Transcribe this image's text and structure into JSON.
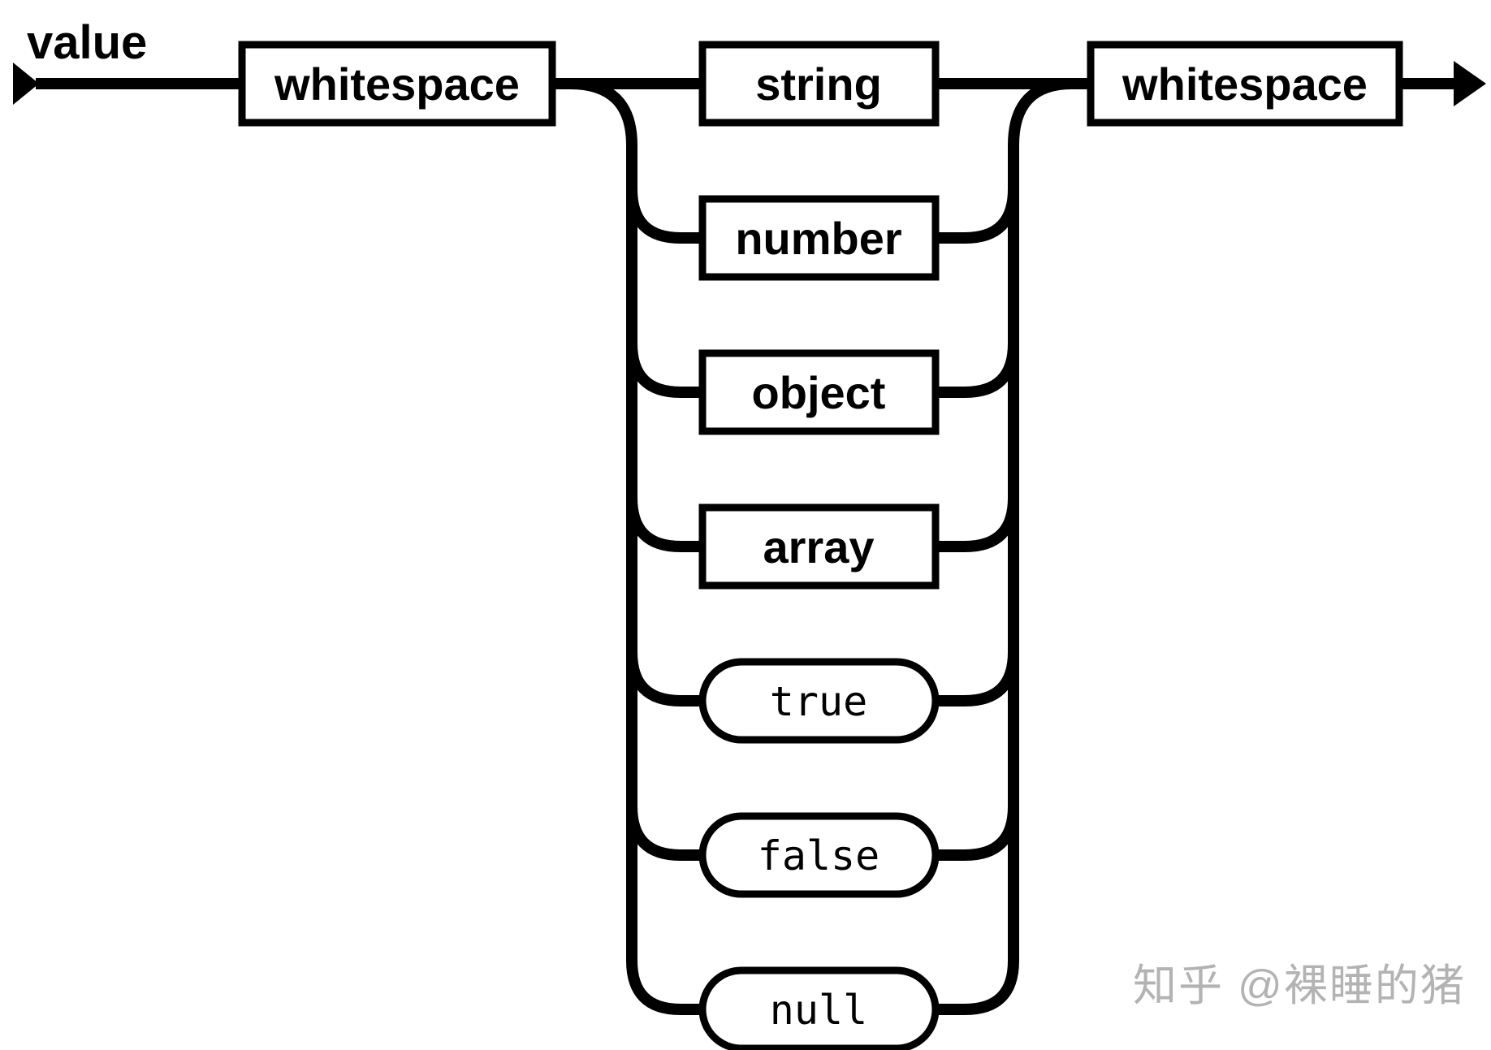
{
  "diagram": {
    "kind": "railroad-syntax-diagram",
    "rule_label": "value",
    "entry_node": {
      "label": "whitespace",
      "kind": "non-terminal"
    },
    "exit_node": {
      "label": "whitespace",
      "kind": "non-terminal"
    },
    "branches": [
      {
        "label": "string",
        "kind": "non-terminal"
      },
      {
        "label": "number",
        "kind": "non-terminal"
      },
      {
        "label": "object",
        "kind": "non-terminal"
      },
      {
        "label": "array",
        "kind": "non-terminal"
      },
      {
        "label": "true",
        "kind": "terminal"
      },
      {
        "label": "false",
        "kind": "terminal"
      },
      {
        "label": "null",
        "kind": "terminal"
      }
    ],
    "colors": {
      "line": "#000000",
      "background": "#ffffff",
      "watermark": "#b3b3b3"
    }
  },
  "watermark": {
    "text": "知乎 @裸睡的猪"
  }
}
